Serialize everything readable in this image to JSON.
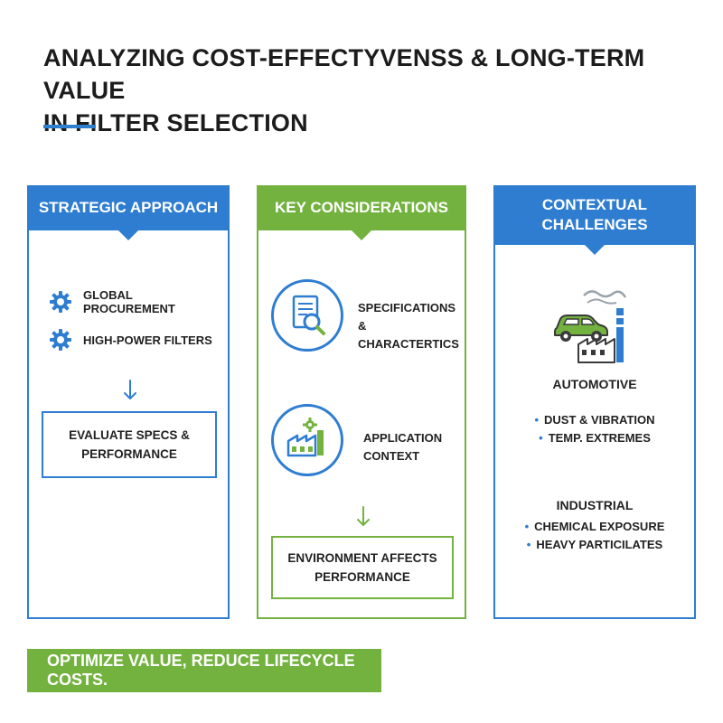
{
  "header": {
    "title_line1": "ANALYZING COST-EFFECTYVENSS &  LONG-TERM VALUE",
    "title_line2": "IN FILTER SELECTION"
  },
  "colors": {
    "blue": "#2e7dd1",
    "green": "#73b23f"
  },
  "strategic": {
    "heading": "STRATEGIC APPROACH",
    "items": [
      {
        "icon": "gear-icon",
        "label": "GLOBAL PROCUREMENT"
      },
      {
        "icon": "gear-icon",
        "label": "HIGH-POWER FILTERS"
      }
    ],
    "box_line1": "EVALUATE SPECS &",
    "box_line2": "PERFORMANCE"
  },
  "considerations": {
    "heading": "KEY CONSIDERATIONS",
    "item1_line1": "SPECIFICATIONS &",
    "item1_line2": "CHARACTERTICS",
    "item1_icon": "document-magnifier-icon",
    "item2_line1": "APPLICATION",
    "item2_line2": "CONTEXT",
    "item2_icon": "factory-gear-icon",
    "box_line1": "ENVIRONMENT AFFECTS",
    "box_line2": "PERFORMANCE"
  },
  "challenges": {
    "heading_line1": "CONTEXTUAL",
    "heading_line2": "CHALLENGES",
    "icon": "car-factory-icon",
    "automotive": {
      "title": "AUTOMOTIVE",
      "bullets": [
        "DUST & VIBRATION",
        "TEMP. EXTREMES"
      ]
    },
    "industrial": {
      "title": "INDUSTRIAL",
      "bullets": [
        "CHEMICAL EXPOSURE",
        "HEAVY PARTICILATES"
      ]
    }
  },
  "footer": {
    "banner": "OPTIMIZE VALUE, REDUCE LIFECYCLE COSTS."
  }
}
